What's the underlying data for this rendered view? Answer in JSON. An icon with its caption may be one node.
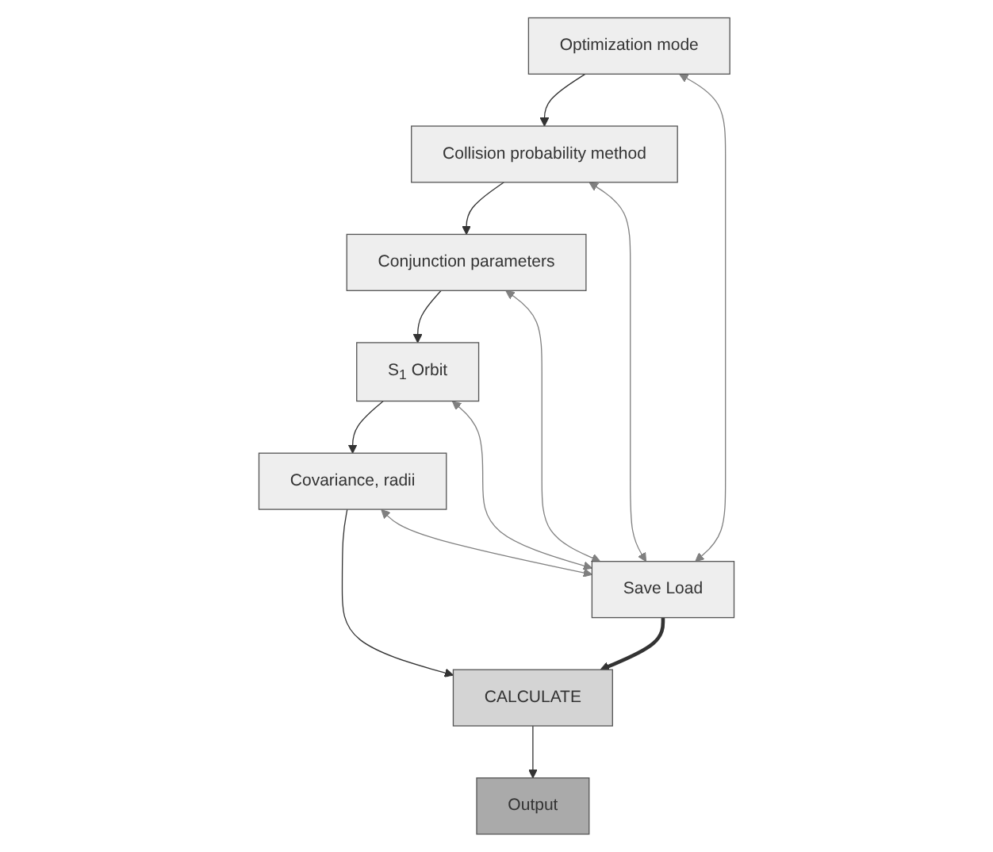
{
  "diagram": {
    "nodes": [
      {
        "text": [
          "Optimization mode"
        ]
      },
      {
        "text": [
          "Collision probability method"
        ]
      },
      {
        "text": [
          "Conjunction parameters"
        ]
      },
      {
        "text": [
          "S$_{1}$ Orbit"
        ]
      },
      {
        "text": [
          "Covariance, radii"
        ]
      },
      {
        "text": [
          "CALCULATE"
        ]
      },
      {
        "text": [
          "Output"
        ]
      },
      {
        "text": [
          "Save Load"
        ]
      }
    ],
    "edges": [
      {
        "from": 0,
        "to": 1,
        "arrow": "to"
      },
      {
        "from": 1,
        "to": 2,
        "arrow": "to"
      },
      {
        "from": 2,
        "to": 3,
        "arrow": "to"
      },
      {
        "from": 3,
        "to": 4,
        "arrow": "to"
      },
      {
        "from": 4,
        "to": 5,
        "arrow": "to"
      },
      {
        "from": 5,
        "to": 6,
        "arrow": "to"
      },
      {
        "from": 0,
        "to": 7,
        "arrow": "both",
        "color": "#808080"
      },
      {
        "from": 1,
        "to": 7,
        "arrow": "both",
        "color": "#808080"
      },
      {
        "from": 2,
        "to": 7,
        "arrow": "both",
        "color": "#808080"
      },
      {
        "from": 3,
        "to": 7,
        "arrow": "both",
        "color": "#808080"
      },
      {
        "from": 4,
        "to": 7,
        "arrow": "both",
        "color": "#808080"
      },
      {
        "from": 7,
        "to": 5,
        "arrow": "to",
        "style": "thick"
      }
    ]
  }
}
